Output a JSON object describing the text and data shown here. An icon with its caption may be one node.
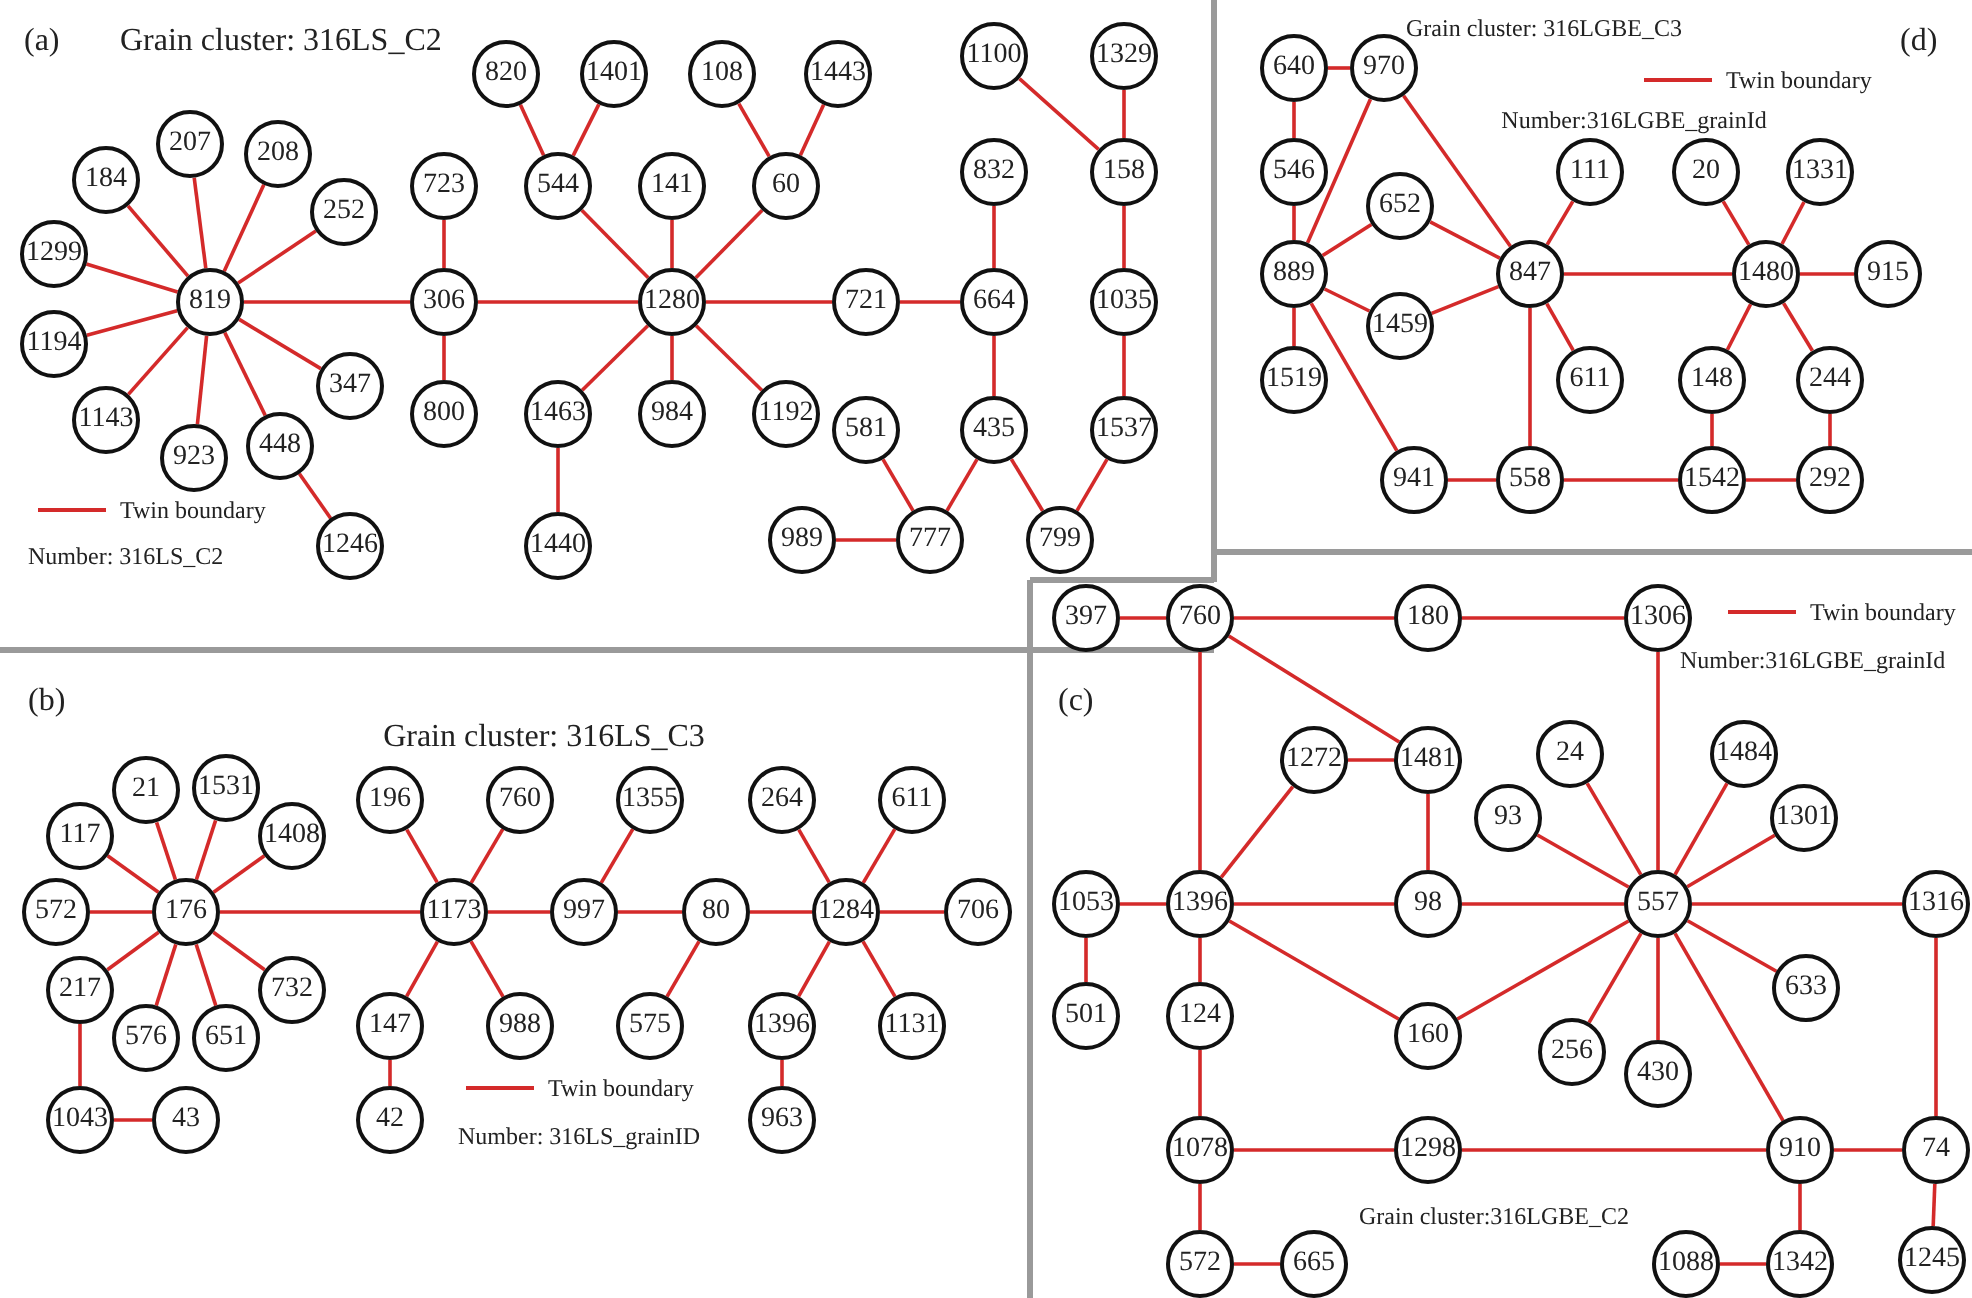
{
  "diagram": {
    "nodes": [
      {
        "text": [
          "820"
        ]
      },
      {
        "text": [
          "1401"
        ]
      },
      {
        "text": [
          "108"
        ]
      },
      {
        "text": [
          "1443"
        ]
      },
      {
        "text": [
          "1100"
        ]
      },
      {
        "text": [
          "1329"
        ]
      },
      {
        "text": [
          "184"
        ]
      },
      {
        "text": [
          "207"
        ]
      },
      {
        "text": [
          "208"
        ]
      },
      {
        "text": [
          "252"
        ]
      },
      {
        "text": [
          "723"
        ]
      },
      {
        "text": [
          "544"
        ]
      },
      {
        "text": [
          "141"
        ]
      },
      {
        "text": [
          "60"
        ]
      },
      {
        "text": [
          "832"
        ]
      },
      {
        "text": [
          "158"
        ]
      },
      {
        "text": [
          "1299"
        ]
      },
      {
        "text": [
          "819"
        ]
      },
      {
        "text": [
          "306"
        ]
      },
      {
        "text": [
          "1280"
        ]
      },
      {
        "text": [
          "721"
        ]
      },
      {
        "text": [
          "664"
        ]
      },
      {
        "text": [
          "1035"
        ]
      },
      {
        "text": [
          "1194"
        ]
      },
      {
        "text": [
          "347"
        ]
      },
      {
        "text": [
          "1143"
        ]
      },
      {
        "text": [
          "800"
        ]
      },
      {
        "text": [
          "1463"
        ]
      },
      {
        "text": [
          "984"
        ]
      },
      {
        "text": [
          "1192"
        ]
      },
      {
        "text": [
          "581"
        ]
      },
      {
        "text": [
          "435"
        ]
      },
      {
        "text": [
          "1537"
        ]
      },
      {
        "text": [
          "923"
        ]
      },
      {
        "text": [
          "448"
        ]
      },
      {
        "text": [
          "1246"
        ]
      },
      {
        "text": [
          "1440"
        ]
      },
      {
        "text": [
          "989"
        ]
      },
      {
        "text": [
          "777"
        ]
      },
      {
        "text": [
          "799"
        ]
      },
      {
        "text": [
          "640"
        ]
      },
      {
        "text": [
          "970"
        ]
      },
      {
        "text": [
          "546"
        ]
      },
      {
        "text": [
          "652"
        ]
      },
      {
        "text": [
          "111"
        ]
      },
      {
        "text": [
          "20"
        ]
      },
      {
        "text": [
          "1331"
        ]
      },
      {
        "text": [
          "889"
        ]
      },
      {
        "text": [
          "847"
        ]
      },
      {
        "text": [
          "1480"
        ]
      },
      {
        "text": [
          "915"
        ]
      },
      {
        "text": [
          "1459"
        ]
      },
      {
        "text": [
          "1519"
        ]
      },
      {
        "text": [
          "611"
        ]
      },
      {
        "text": [
          "148"
        ]
      },
      {
        "text": [
          "244"
        ]
      },
      {
        "text": [
          "941"
        ]
      },
      {
        "text": [
          "558"
        ]
      },
      {
        "text": [
          "1542"
        ]
      },
      {
        "text": [
          "292"
        ]
      },
      {
        "text": [
          "21"
        ]
      },
      {
        "text": [
          "1531"
        ]
      },
      {
        "text": [
          "196"
        ]
      },
      {
        "text": [
          "760"
        ]
      },
      {
        "text": [
          "1355"
        ]
      },
      {
        "text": [
          "264"
        ]
      },
      {
        "text": [
          "611"
        ]
      },
      {
        "text": [
          "117"
        ]
      },
      {
        "text": [
          "1408"
        ]
      },
      {
        "text": [
          "572"
        ]
      },
      {
        "text": [
          "176"
        ]
      },
      {
        "text": [
          "1173"
        ]
      },
      {
        "text": [
          "997"
        ]
      },
      {
        "text": [
          "80"
        ]
      },
      {
        "text": [
          "1284"
        ]
      },
      {
        "text": [
          "706"
        ]
      },
      {
        "text": [
          "217"
        ]
      },
      {
        "text": [
          "732"
        ]
      },
      {
        "text": [
          "576"
        ]
      },
      {
        "text": [
          "651"
        ]
      },
      {
        "text": [
          "147"
        ]
      },
      {
        "text": [
          "988"
        ]
      },
      {
        "text": [
          "575"
        ]
      },
      {
        "text": [
          "1396"
        ]
      },
      {
        "text": [
          "1131"
        ]
      },
      {
        "text": [
          "1043"
        ]
      },
      {
        "text": [
          "43"
        ]
      },
      {
        "text": [
          "42"
        ]
      },
      {
        "text": [
          "963"
        ]
      },
      {
        "text": [
          "397"
        ]
      },
      {
        "text": [
          "760"
        ]
      },
      {
        "text": [
          "180"
        ]
      },
      {
        "text": [
          "1306"
        ]
      },
      {
        "text": [
          "1272"
        ]
      },
      {
        "text": [
          "1481"
        ]
      },
      {
        "text": [
          "24"
        ]
      },
      {
        "text": [
          "1484"
        ]
      },
      {
        "text": [
          "93"
        ]
      },
      {
        "text": [
          "1301"
        ]
      },
      {
        "text": [
          "1053"
        ]
      },
      {
        "text": [
          "1396"
        ]
      },
      {
        "text": [
          "98"
        ]
      },
      {
        "text": [
          "557"
        ]
      },
      {
        "text": [
          "1316"
        ]
      },
      {
        "text": [
          "501"
        ]
      },
      {
        "text": [
          "124"
        ]
      },
      {
        "text": [
          "160"
        ]
      },
      {
        "text": [
          "633"
        ]
      },
      {
        "text": [
          "256"
        ]
      },
      {
        "text": [
          "430"
        ]
      },
      {
        "text": [
          "1078"
        ]
      },
      {
        "text": [
          "1298"
        ]
      },
      {
        "text": [
          "910"
        ]
      },
      {
        "text": [
          "74"
        ]
      },
      {
        "text": [
          "572"
        ]
      },
      {
        "text": [
          "665"
        ]
      },
      {
        "text": [
          "1088"
        ]
      },
      {
        "text": [
          "1342"
        ]
      },
      {
        "text": [
          "1245"
        ]
      }
    ],
    "edges": [
      {
        "from": 17,
        "to": 6,
        "arrow": "none"
      },
      {
        "from": 17,
        "to": 7,
        "arrow": "none"
      },
      {
        "from": 17,
        "to": 8,
        "arrow": "none"
      },
      {
        "from": 17,
        "to": 9,
        "arrow": "none"
      },
      {
        "from": 17,
        "to": 16,
        "arrow": "none"
      },
      {
        "from": 17,
        "to": 23,
        "arrow": "none"
      },
      {
        "from": 17,
        "to": 25,
        "arrow": "none"
      },
      {
        "from": 17,
        "to": 33,
        "arrow": "none"
      },
      {
        "from": 17,
        "to": 34,
        "arrow": "none"
      },
      {
        "from": 17,
        "to": 24,
        "arrow": "none"
      },
      {
        "from": 34,
        "to": 35,
        "arrow": "none"
      },
      {
        "from": 17,
        "to": 18,
        "arrow": "none"
      },
      {
        "from": 18,
        "to": 10,
        "arrow": "none"
      },
      {
        "from": 18,
        "to": 26,
        "arrow": "none"
      },
      {
        "from": 18,
        "to": 19,
        "arrow": "none"
      },
      {
        "from": 19,
        "to": 11,
        "arrow": "none"
      },
      {
        "from": 11,
        "to": 0,
        "arrow": "none"
      },
      {
        "from": 11,
        "to": 1,
        "arrow": "none"
      },
      {
        "from": 19,
        "to": 12,
        "arrow": "none"
      },
      {
        "from": 19,
        "to": 13,
        "arrow": "none"
      },
      {
        "from": 13,
        "to": 2,
        "arrow": "none"
      },
      {
        "from": 13,
        "to": 3,
        "arrow": "none"
      },
      {
        "from": 19,
        "to": 27,
        "arrow": "none"
      },
      {
        "from": 27,
        "to": 36,
        "arrow": "none"
      },
      {
        "from": 19,
        "to": 28,
        "arrow": "none"
      },
      {
        "from": 19,
        "to": 29,
        "arrow": "none"
      },
      {
        "from": 19,
        "to": 20,
        "arrow": "none"
      },
      {
        "from": 20,
        "to": 21,
        "arrow": "none"
      },
      {
        "from": 21,
        "to": 14,
        "arrow": "none"
      },
      {
        "from": 21,
        "to": 31,
        "arrow": "none"
      },
      {
        "from": 31,
        "to": 38,
        "arrow": "none"
      },
      {
        "from": 38,
        "to": 30,
        "arrow": "none"
      },
      {
        "from": 38,
        "to": 37,
        "arrow": "none"
      },
      {
        "from": 31,
        "to": 39,
        "arrow": "none"
      },
      {
        "from": 39,
        "to": 32,
        "arrow": "none"
      },
      {
        "from": 32,
        "to": 22,
        "arrow": "none"
      },
      {
        "from": 22,
        "to": 15,
        "arrow": "none"
      },
      {
        "from": 15,
        "to": 5,
        "arrow": "none"
      },
      {
        "from": 15,
        "to": 4,
        "arrow": "none"
      },
      {
        "from": 40,
        "to": 41,
        "arrow": "none"
      },
      {
        "from": 40,
        "to": 42,
        "arrow": "none"
      },
      {
        "from": 42,
        "to": 47,
        "arrow": "none"
      },
      {
        "from": 47,
        "to": 41,
        "arrow": "none"
      },
      {
        "from": 41,
        "to": 48,
        "arrow": "none"
      },
      {
        "from": 47,
        "to": 43,
        "arrow": "none"
      },
      {
        "from": 43,
        "to": 48,
        "arrow": "none"
      },
      {
        "from": 47,
        "to": 51,
        "arrow": "none"
      },
      {
        "from": 51,
        "to": 48,
        "arrow": "none"
      },
      {
        "from": 47,
        "to": 52,
        "arrow": "none"
      },
      {
        "from": 47,
        "to": 56,
        "arrow": "none"
      },
      {
        "from": 56,
        "to": 57,
        "arrow": "none"
      },
      {
        "from": 57,
        "to": 48,
        "arrow": "none"
      },
      {
        "from": 48,
        "to": 44,
        "arrow": "none"
      },
      {
        "from": 48,
        "to": 53,
        "arrow": "none"
      },
      {
        "from": 48,
        "to": 49,
        "arrow": "none"
      },
      {
        "from": 49,
        "to": 45,
        "arrow": "none"
      },
      {
        "from": 49,
        "to": 46,
        "arrow": "none"
      },
      {
        "from": 49,
        "to": 50,
        "arrow": "none"
      },
      {
        "from": 49,
        "to": 54,
        "arrow": "none"
      },
      {
        "from": 49,
        "to": 55,
        "arrow": "none"
      },
      {
        "from": 54,
        "to": 58,
        "arrow": "none"
      },
      {
        "from": 57,
        "to": 58,
        "arrow": "none"
      },
      {
        "from": 58,
        "to": 59,
        "arrow": "none"
      },
      {
        "from": 59,
        "to": 55,
        "arrow": "none"
      },
      {
        "from": 70,
        "to": 60,
        "arrow": "none"
      },
      {
        "from": 70,
        "to": 61,
        "arrow": "none"
      },
      {
        "from": 70,
        "to": 67,
        "arrow": "none"
      },
      {
        "from": 70,
        "to": 68,
        "arrow": "none"
      },
      {
        "from": 70,
        "to": 69,
        "arrow": "none"
      },
      {
        "from": 70,
        "to": 76,
        "arrow": "none"
      },
      {
        "from": 70,
        "to": 78,
        "arrow": "none"
      },
      {
        "from": 70,
        "to": 79,
        "arrow": "none"
      },
      {
        "from": 70,
        "to": 77,
        "arrow": "none"
      },
      {
        "from": 76,
        "to": 85,
        "arrow": "none"
      },
      {
        "from": 85,
        "to": 86,
        "arrow": "none"
      },
      {
        "from": 70,
        "to": 71,
        "arrow": "none"
      },
      {
        "from": 71,
        "to": 62,
        "arrow": "none"
      },
      {
        "from": 71,
        "to": 63,
        "arrow": "none"
      },
      {
        "from": 71,
        "to": 80,
        "arrow": "none"
      },
      {
        "from": 80,
        "to": 87,
        "arrow": "none"
      },
      {
        "from": 71,
        "to": 81,
        "arrow": "none"
      },
      {
        "from": 71,
        "to": 72,
        "arrow": "none"
      },
      {
        "from": 72,
        "to": 64,
        "arrow": "none"
      },
      {
        "from": 72,
        "to": 73,
        "arrow": "none"
      },
      {
        "from": 73,
        "to": 82,
        "arrow": "none"
      },
      {
        "from": 73,
        "to": 74,
        "arrow": "none"
      },
      {
        "from": 74,
        "to": 65,
        "arrow": "none"
      },
      {
        "from": 74,
        "to": 66,
        "arrow": "none"
      },
      {
        "from": 74,
        "to": 75,
        "arrow": "none"
      },
      {
        "from": 74,
        "to": 83,
        "arrow": "none"
      },
      {
        "from": 83,
        "to": 88,
        "arrow": "none"
      },
      {
        "from": 74,
        "to": 84,
        "arrow": "none"
      },
      {
        "from": 89,
        "to": 90,
        "arrow": "none"
      },
      {
        "from": 90,
        "to": 91,
        "arrow": "none"
      },
      {
        "from": 91,
        "to": 92,
        "arrow": "none"
      },
      {
        "from": 92,
        "to": 102,
        "arrow": "none"
      },
      {
        "from": 90,
        "to": 100,
        "arrow": "none"
      },
      {
        "from": 90,
        "to": 94,
        "arrow": "none"
      },
      {
        "from": 93,
        "to": 94,
        "arrow": "none"
      },
      {
        "from": 94,
        "to": 101,
        "arrow": "none"
      },
      {
        "from": 100,
        "to": 93,
        "arrow": "none"
      },
      {
        "from": 99,
        "to": 100,
        "arrow": "none"
      },
      {
        "from": 99,
        "to": 104,
        "arrow": "none"
      },
      {
        "from": 100,
        "to": 101,
        "arrow": "none"
      },
      {
        "from": 101,
        "to": 102,
        "arrow": "none"
      },
      {
        "from": 100,
        "to": 106,
        "arrow": "none"
      },
      {
        "from": 106,
        "to": 102,
        "arrow": "none"
      },
      {
        "from": 100,
        "to": 105,
        "arrow": "none"
      },
      {
        "from": 105,
        "to": 110,
        "arrow": "none"
      },
      {
        "from": 110,
        "to": 111,
        "arrow": "none"
      },
      {
        "from": 111,
        "to": 112,
        "arrow": "none"
      },
      {
        "from": 110,
        "to": 114,
        "arrow": "none"
      },
      {
        "from": 114,
        "to": 115,
        "arrow": "none"
      },
      {
        "from": 102,
        "to": 95,
        "arrow": "none"
      },
      {
        "from": 102,
        "to": 97,
        "arrow": "none"
      },
      {
        "from": 102,
        "to": 96,
        "arrow": "none"
      },
      {
        "from": 102,
        "to": 98,
        "arrow": "none"
      },
      {
        "from": 102,
        "to": 103,
        "arrow": "none"
      },
      {
        "from": 102,
        "to": 107,
        "arrow": "none"
      },
      {
        "from": 102,
        "to": 109,
        "arrow": "none"
      },
      {
        "from": 102,
        "to": 108,
        "arrow": "none"
      },
      {
        "from": 102,
        "to": 112,
        "arrow": "none"
      },
      {
        "from": 103,
        "to": 113,
        "arrow": "none"
      },
      {
        "from": 112,
        "to": 113,
        "arrow": "none"
      },
      {
        "from": 113,
        "to": 118,
        "arrow": "none"
      },
      {
        "from": 112,
        "to": 117,
        "arrow": "none"
      },
      {
        "from": 116,
        "to": 117,
        "arrow": "none"
      }
    ],
    "labels": [
      "(a)",
      "Grain cluster: 316LS_C2",
      "Number: 316LS_C2",
      "Grain cluster: 316LGBE_C3",
      "(d)",
      "Number:316LGBE_grainId",
      "(b)",
      "Grain cluster: 316LS_C3",
      "Number: 316LS_grainID",
      "Number:316LGBE_grainId",
      "(c)",
      "Grain cluster:316LGBE_C2"
    ],
    "legend": [
      {
        "text": "Twin boundary"
      },
      {
        "text": "Twin boundary"
      },
      {
        "text": "Twin boundary"
      },
      {
        "text": "Twin boundary"
      }
    ]
  }
}
